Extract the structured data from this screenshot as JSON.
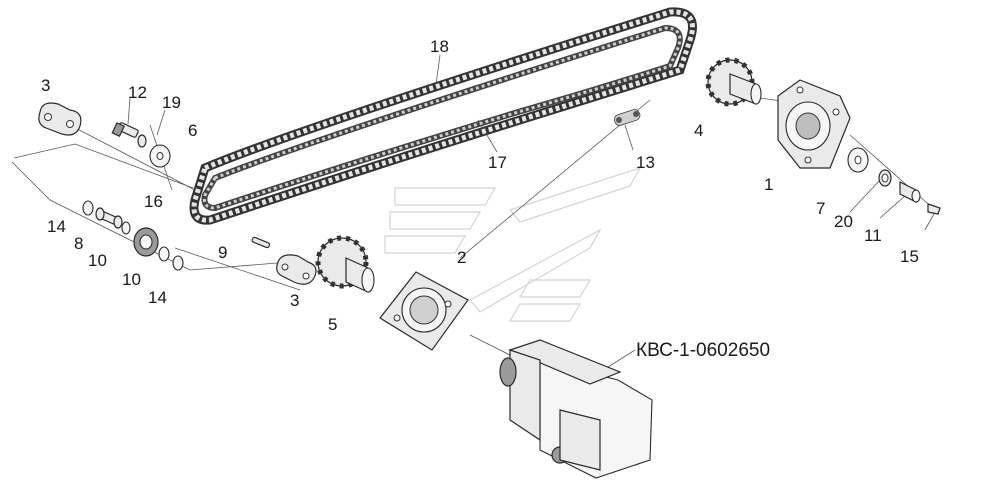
{
  "diagram": {
    "reference_code": "КВС-1-0602650",
    "callouts": [
      {
        "id": "c3a",
        "text": "3"
      },
      {
        "id": "c12",
        "text": "12"
      },
      {
        "id": "c19",
        "text": "19"
      },
      {
        "id": "c6",
        "text": "6"
      },
      {
        "id": "c18",
        "text": "18"
      },
      {
        "id": "c17",
        "text": "17"
      },
      {
        "id": "c13",
        "text": "13"
      },
      {
        "id": "c4",
        "text": "4"
      },
      {
        "id": "c1",
        "text": "1"
      },
      {
        "id": "c7",
        "text": "7"
      },
      {
        "id": "c20",
        "text": "20"
      },
      {
        "id": "c11",
        "text": "11"
      },
      {
        "id": "c15",
        "text": "15"
      },
      {
        "id": "c16",
        "text": "16"
      },
      {
        "id": "c14a",
        "text": "14"
      },
      {
        "id": "c8",
        "text": "8"
      },
      {
        "id": "c10a",
        "text": "10"
      },
      {
        "id": "c10b",
        "text": "10"
      },
      {
        "id": "c14b",
        "text": "14"
      },
      {
        "id": "c9",
        "text": "9"
      },
      {
        "id": "c2",
        "text": "2"
      },
      {
        "id": "c3b",
        "text": "3"
      },
      {
        "id": "c5",
        "text": "5"
      }
    ]
  }
}
